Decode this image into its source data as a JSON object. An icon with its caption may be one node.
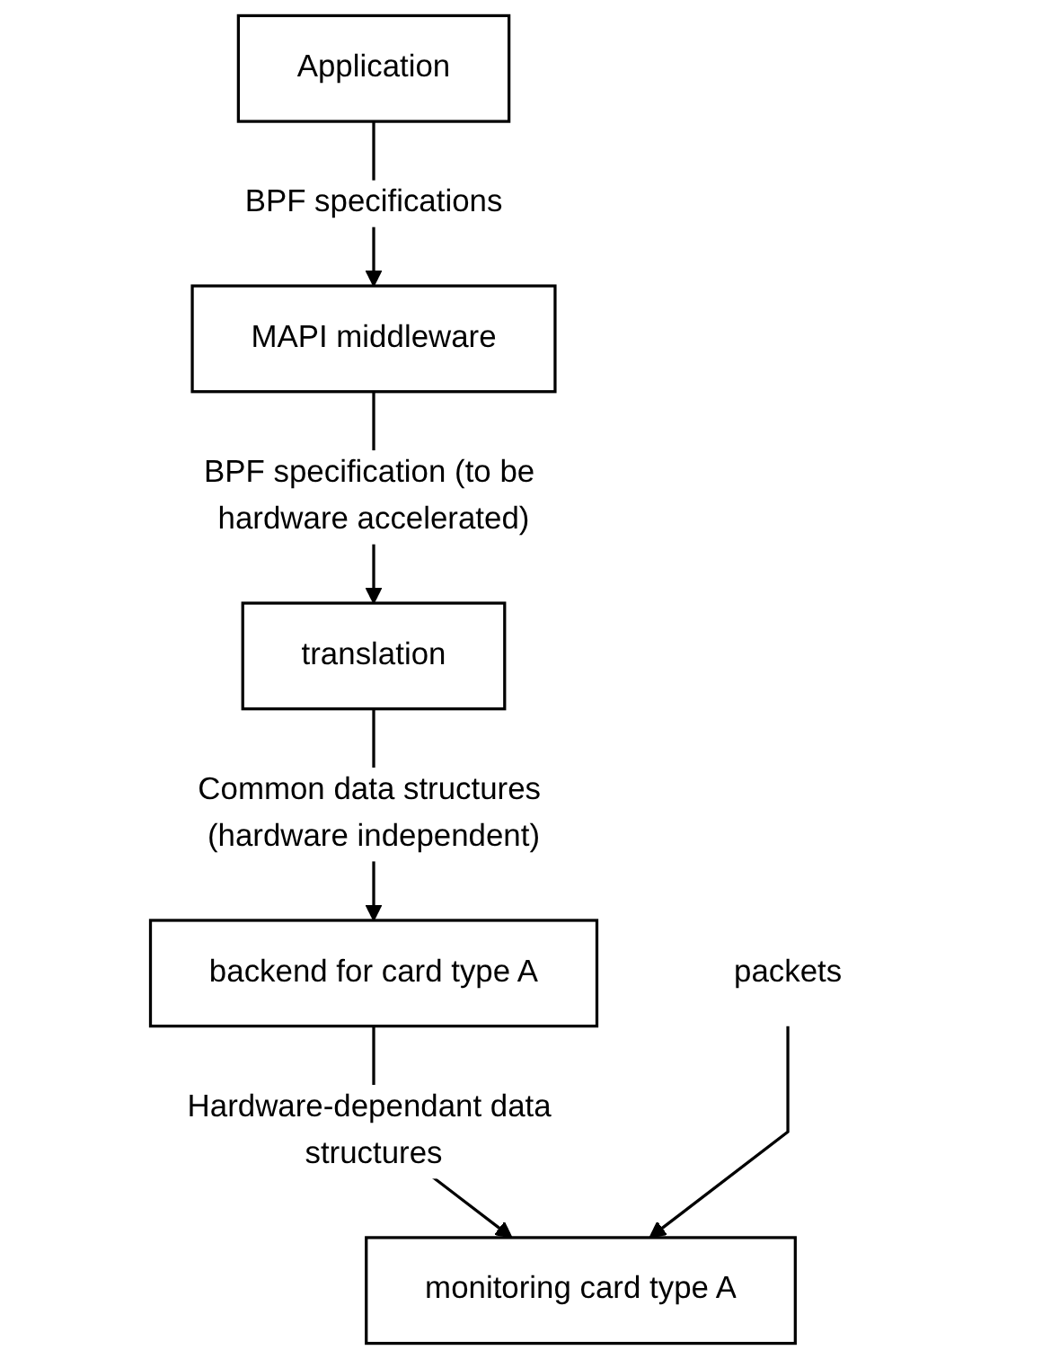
{
  "diagram": {
    "nodes": [
      {
        "text": [
          "Application"
        ]
      },
      {
        "text": [
          "MAPI middleware"
        ]
      },
      {
        "text": [
          "translation"
        ]
      },
      {
        "text": [
          "backend for card type A"
        ]
      },
      {
        "text": [
          "monitoring card type A"
        ]
      },
      {
        "text": [
          "packets"
        ]
      }
    ],
    "edges": [
      {
        "from": 0,
        "to": 1,
        "arrow": "to",
        "label": "BPF specifications"
      },
      {
        "from": 1,
        "to": 2,
        "arrow": "to",
        "label": "BPF specification (to be hardware accelerated)"
      },
      {
        "from": 2,
        "to": 3,
        "arrow": "to",
        "label": "Common data structures (hardware independent)"
      },
      {
        "from": 3,
        "to": 4,
        "arrow": "to",
        "label": "Hardware-dependant data structures"
      },
      {
        "from": 5,
        "to": 4,
        "arrow": "to"
      }
    ]
  }
}
